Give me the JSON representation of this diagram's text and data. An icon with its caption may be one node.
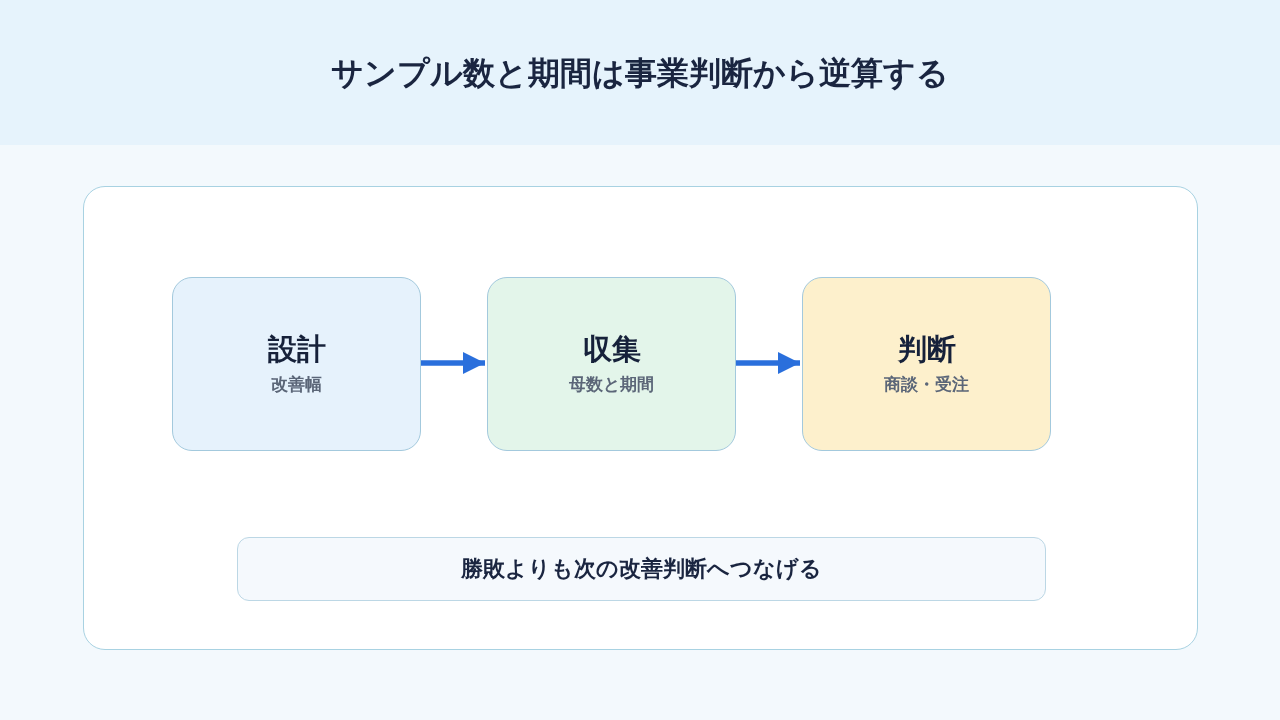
{
  "diagram": {
    "title": "サンプル数と期間は事業判断から逆算する",
    "nodes": [
      {
        "text": [],
        "shape": "box"
      },
      {
        "text": [
          "設計",
          "改善幅"
        ],
        "in": 0
      },
      {
        "text": [
          "収集",
          "母数と期間"
        ],
        "in": 0
      },
      {
        "text": [
          "判断",
          "商談・受注"
        ],
        "in": 0
      },
      {
        "text": [
          "勝敗よりも次の改善判断へつなげる"
        ],
        "in": 0
      }
    ],
    "edges": [
      {
        "from": 1,
        "to": 2,
        "arrow": "to"
      },
      {
        "from": 2,
        "to": 3,
        "arrow": "to"
      }
    ]
  }
}
